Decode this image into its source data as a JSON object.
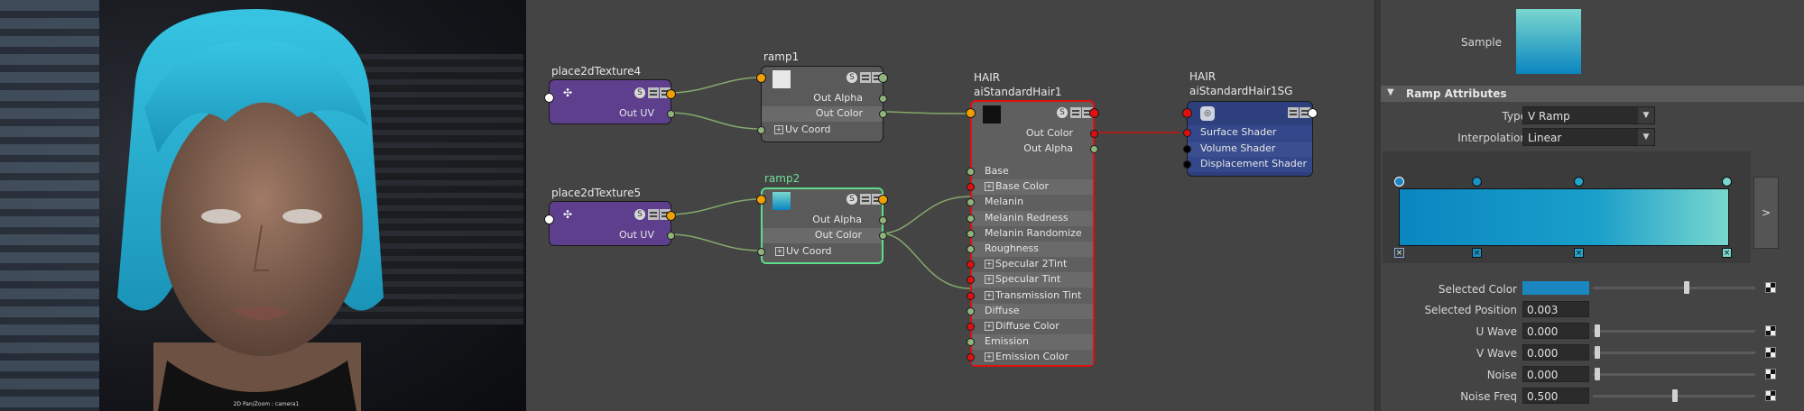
{
  "viewport": {
    "caption": "2D Pan/Zoom : camera1"
  },
  "nodes": {
    "place2d4": {
      "title": "place2dTexture4",
      "out_uv": "Out UV"
    },
    "place2d5": {
      "title": "place2dTexture5",
      "out_uv": "Out UV"
    },
    "ramp1": {
      "title": "ramp1",
      "out_alpha": "Out Alpha",
      "out_color": "Out Color",
      "uv_coord": "Uv Coord"
    },
    "ramp2": {
      "title": "ramp2",
      "out_alpha": "Out Alpha",
      "out_color": "Out Color",
      "uv_coord": "Uv Coord"
    },
    "hair": {
      "label": "HAIR",
      "title": "aiStandardHair1",
      "out_color": "Out Color",
      "out_alpha": "Out Alpha",
      "attrs": [
        "Base",
        "Base Color",
        "Melanin",
        "Melanin Redness",
        "Melanin Randomize",
        "Roughness",
        "Specular 2Tint",
        "Specular Tint",
        "Transmission Tint",
        "Diffuse",
        "Diffuse Color",
        "Emission",
        "Emission Color"
      ]
    },
    "sg": {
      "label": "HAIR",
      "title": "aiStandardHair1SG",
      "attrs": [
        "Surface Shader",
        "Volume Shader",
        "Displacement Shader"
      ]
    }
  },
  "panel": {
    "sample_label": "Sample",
    "section_title": "Ramp Attributes",
    "type_label": "Type",
    "type_value": "V Ramp",
    "interp_label": "Interpolation",
    "interp_value": "Linear",
    "expand_button": ">",
    "selected_color_label": "Selected Color",
    "selected_position_label": "Selected Position",
    "selected_position_value": "0.003",
    "u_wave_label": "U Wave",
    "u_wave_value": "0.000",
    "v_wave_label": "V Wave",
    "v_wave_value": "0.000",
    "noise_label": "Noise",
    "noise_value": "0.000",
    "noise_freq_label": "Noise Freq",
    "noise_freq_value": "0.500"
  },
  "colors": {
    "ramp_start": "#0a86c0",
    "ramp_end": "#7ad7cf",
    "selected_color": "#1a86bf",
    "place2d_node": "#5d3f8e",
    "sg_node": "#2d3f7d",
    "hair_outline": "#e01010",
    "ramp2_outline": "#5fdc8a"
  }
}
